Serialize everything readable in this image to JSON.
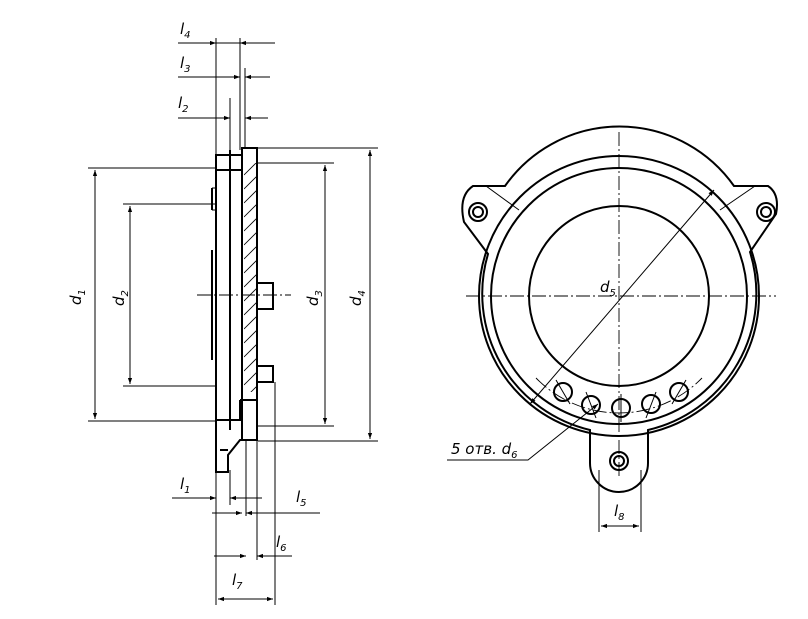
{
  "side_view": {
    "labels": {
      "l1": {
        "main": "l",
        "sub": "1"
      },
      "l2": {
        "main": "l",
        "sub": "2"
      },
      "l3": {
        "main": "l",
        "sub": "3"
      },
      "l4": {
        "main": "l",
        "sub": "4"
      },
      "l5": {
        "main": "l",
        "sub": "5"
      },
      "l6": {
        "main": "l",
        "sub": "6"
      },
      "l7": {
        "main": "l",
        "sub": "7"
      },
      "d1": {
        "main": "d",
        "sub": "1"
      },
      "d2": {
        "main": "d",
        "sub": "2"
      },
      "d3": {
        "main": "d",
        "sub": "3"
      },
      "d4": {
        "main": "d",
        "sub": "4"
      }
    }
  },
  "front_view": {
    "labels": {
      "d5": {
        "main": "d",
        "sub": "5"
      },
      "l8": {
        "main": "l",
        "sub": "8"
      },
      "holes_note": {
        "main": "5 отв. d",
        "sub": "6"
      }
    },
    "hole_count": 5
  }
}
